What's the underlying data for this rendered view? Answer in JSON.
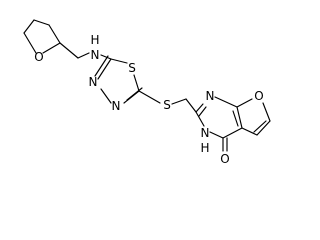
{
  "molecule": {
    "atoms": {
      "O_thf": "O",
      "NH_amine": "H",
      "N_amine": "N",
      "N_td_1": "N",
      "N_td_2": "N",
      "S_td": "S",
      "S_link": "S",
      "N_pyr": "N",
      "O_furan": "O",
      "N_pyr_h": "N",
      "H_pyr": "H",
      "O_keto": "O"
    }
  }
}
